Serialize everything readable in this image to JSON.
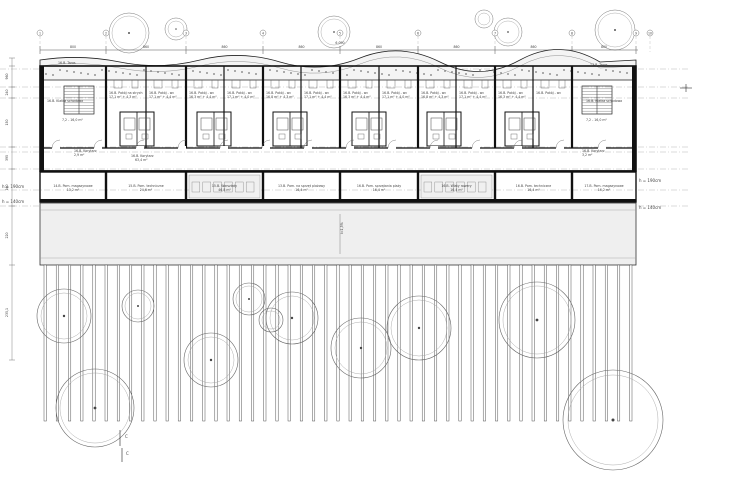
{
  "dimensions_top": [
    "800",
    "860",
    "860",
    "860",
    "860",
    "860",
    "860",
    "800"
  ],
  "dimension_overall": "6.090",
  "grid_markers_top": [
    "1",
    "2",
    "3",
    "4",
    "5",
    "6",
    "7",
    "8",
    "9",
    "10"
  ],
  "terrace_labels": [
    "16.B. Taras",
    "17.B. Taras"
  ],
  "staircase_labels": [
    "16.B. Klatka schodowa",
    "16.B. Klatka schodowa"
  ],
  "upper_rooms": [
    "16.B. Pokój na strych",
    "16.B. Pokój - wc",
    "16.B. Pokój - wc",
    "16.B. Pokój - wc",
    "16.B. Pokój - wc",
    "16.B. Pokój - wc",
    "16.B. Pokój - wc",
    "16.B. Pokój - wc",
    "16.B. Pokój - wc",
    "16.B. Pokój - wc",
    "16.B. Pokój - wc",
    "16.B. Pokój - wc"
  ],
  "upper_room_areas": [
    "17,1 m² + 4,3 m²",
    "17,1 m² + 4,4 m²",
    "16,3 m² + 4,4 m²",
    "17,1 m² + 4,0 m²",
    "16,8 m² + 4,3 m²",
    "17,1 m² + 4,4 m²",
    "16,3 m² + 4,4 m²",
    "17,1 m² + 4,0 m²",
    "16,8 m² + 4,3 m²",
    "17,1 m² + 4,4 m²",
    "16,3 m² + 4,4 m²"
  ],
  "stair_areas": [
    "7,2 - 16,0 m²",
    "7,2 - 16,0 m²"
  ],
  "corridor_labels": [
    "16.B. Korytarz",
    "16.B. Korytarz"
  ],
  "corridor_areas": [
    "2,9 m²",
    "3,2 m²"
  ],
  "hall_label": "16.B. Korytarz",
  "hall_area": "63,4 m²",
  "lower_rooms": [
    {
      "name": "14.B. Pom. magazynowe",
      "area": "13,2 m²"
    },
    {
      "name": "15.B. Pom. techniczne",
      "area": "24,6 m²"
    },
    {
      "name": "15.B. Warsztaty",
      "area": "46,8 m²"
    },
    {
      "name": "13.B. Pom. na sprzęt plażowy",
      "area": "16,4 m²"
    },
    {
      "name": "16.B. Pom. sprzątania plaży",
      "area": "16,4 m²"
    },
    {
      "name": "16.B. Wiaty rowery",
      "area": "16,4 m²"
    },
    {
      "name": "16.B. Pom. techniczne",
      "area": "16,4 m²"
    },
    {
      "name": "17.B. Pom. magazynowe",
      "area": "16,2 m²"
    }
  ],
  "level_marks": [
    "h = 190cm",
    "h = 190cm",
    "h = 140cm",
    "h = 140cm"
  ],
  "slope_note": "i=1,5%",
  "left_dimension_labels": [
    "960",
    "240",
    "150",
    "395",
    "160",
    "220",
    "235,1"
  ],
  "section_marks": [
    "C",
    "C"
  ],
  "compass_glyph": "+",
  "colors": {
    "line": "#111111",
    "hatch": "#888888",
    "bg": "#ffffff"
  }
}
